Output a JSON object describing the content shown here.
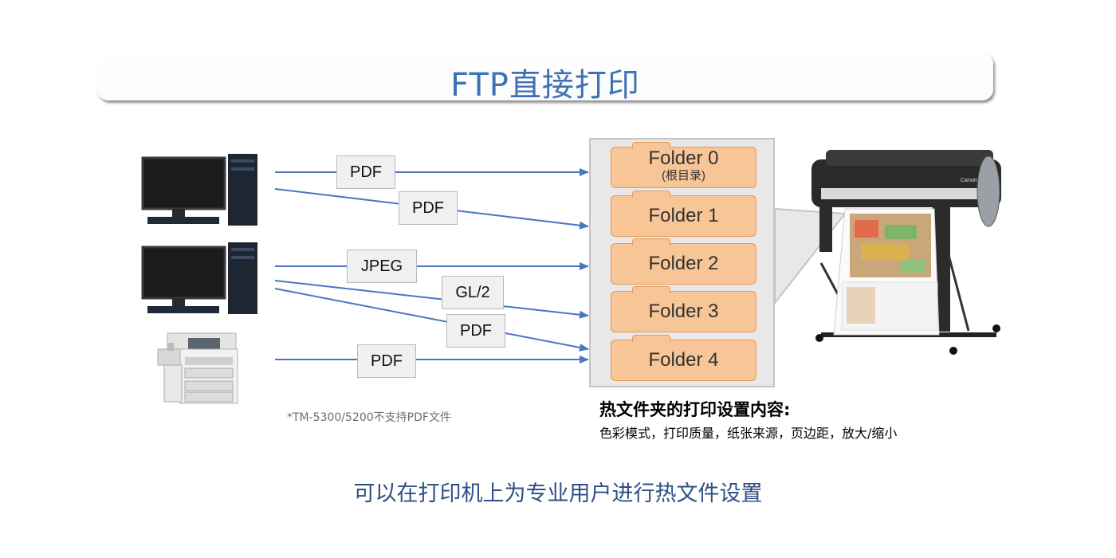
{
  "title": "FTP直接打印",
  "source_labels": [
    "PDF",
    "PDF",
    "JPEG",
    "GL/2",
    "PDF",
    "PDF"
  ],
  "folders": [
    {
      "name": "Folder 0",
      "sub": "(根目录)"
    },
    {
      "name": "Folder 1"
    },
    {
      "name": "Folder 2"
    },
    {
      "name": "Folder 3"
    },
    {
      "name": "Folder 4"
    }
  ],
  "note": "*TM-5300/5200不支持PDF文件",
  "hot_folder": {
    "title": "热文件夹的打印设置内容:",
    "desc": "色彩模式，打印质量，纸张来源，页边距，放大/缩小"
  },
  "bottom_text": "可以在打印机上为专业用户进行热文件设置",
  "printer_brand": "Canon",
  "colors": {
    "arrow": "#4a76bf",
    "title": "#3f72b5",
    "folder_fill": "#f8c597",
    "bottom_text": "#2f4f86"
  }
}
